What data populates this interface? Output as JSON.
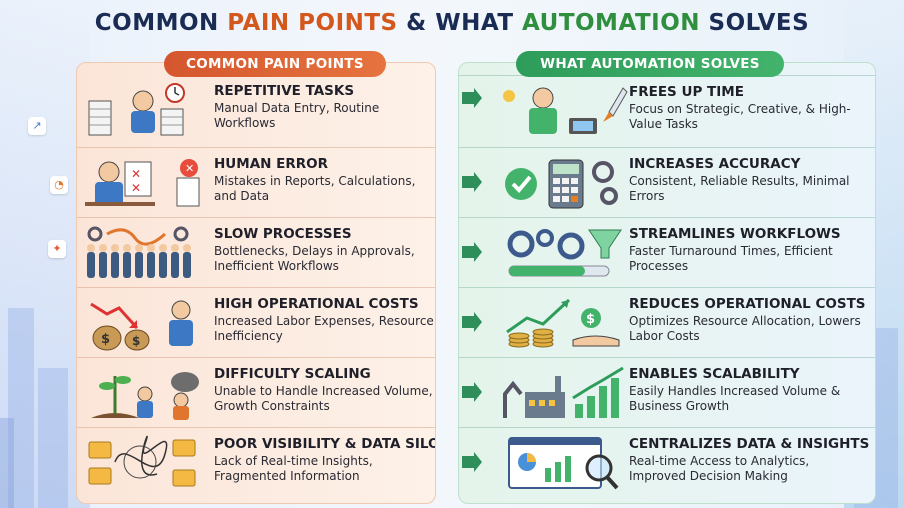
{
  "title": {
    "part1": "COMMON ",
    "part2": "PAIN POINTS",
    "part3": " & WHAT ",
    "part4": "AUTOMATION",
    "part5": " SOLVES"
  },
  "colors": {
    "accent_orange": "#d3581d",
    "accent_green": "#2f8f3f",
    "navy": "#1b2c54"
  },
  "pain_points": {
    "header": "COMMON PAIN POINTS",
    "items": [
      {
        "title": "REPETITIVE TASKS",
        "desc": "Manual Data Entry, Routine Workflows",
        "icon": "paper-stack-clock-icon"
      },
      {
        "title": "HUMAN ERROR",
        "desc": "Mistakes in Reports, Calculations, and Data",
        "icon": "error-document-icon"
      },
      {
        "title": "SLOW PROCESSES",
        "desc": "Bottlenecks, Delays in Approvals, Inefficient Workflows",
        "icon": "queue-gears-icon"
      },
      {
        "title": "HIGH OPERATIONAL COSTS",
        "desc": "Increased Labor Expenses, Resource Inefficiency",
        "icon": "money-bags-down-icon"
      },
      {
        "title": "DIFFICULTY SCALING",
        "desc": "Unable to Handle Increased Volume, Growth Constraints",
        "icon": "plant-boulder-icon"
      },
      {
        "title": "POOR VISIBILITY & DATA SILOS",
        "desc": "Lack of Real-time Insights, Fragmented Information",
        "icon": "tangled-folders-icon"
      }
    ]
  },
  "solutions": {
    "header": "WHAT AUTOMATION SOLVES",
    "items": [
      {
        "title": "FREES UP TIME",
        "desc": "Focus on Strategic, Creative, & High-Value Tasks",
        "icon": "rocket-laptop-icon"
      },
      {
        "title": "INCREASES ACCURACY",
        "desc": "Consistent, Reliable Results, Minimal Errors",
        "icon": "calculator-check-icon"
      },
      {
        "title": "STREAMLINES WORKFLOWS",
        "desc": "Faster Turnaround Times, Efficient Processes",
        "icon": "gears-funnel-icon"
      },
      {
        "title": "REDUCES OPERATIONAL COSTS",
        "desc": "Optimizes Resource Allocation, Lowers Labor Costs",
        "icon": "coins-growth-icon"
      },
      {
        "title": "ENABLES SCALABILITY",
        "desc": "Easily Handles Increased Volume & Business Growth",
        "icon": "factory-growth-icon"
      },
      {
        "title": "CENTRALIZES DATA & INSIGHTS",
        "desc": "Real-time Access to Analytics, Improved Decision Making",
        "icon": "dashboard-magnifier-icon"
      }
    ]
  }
}
